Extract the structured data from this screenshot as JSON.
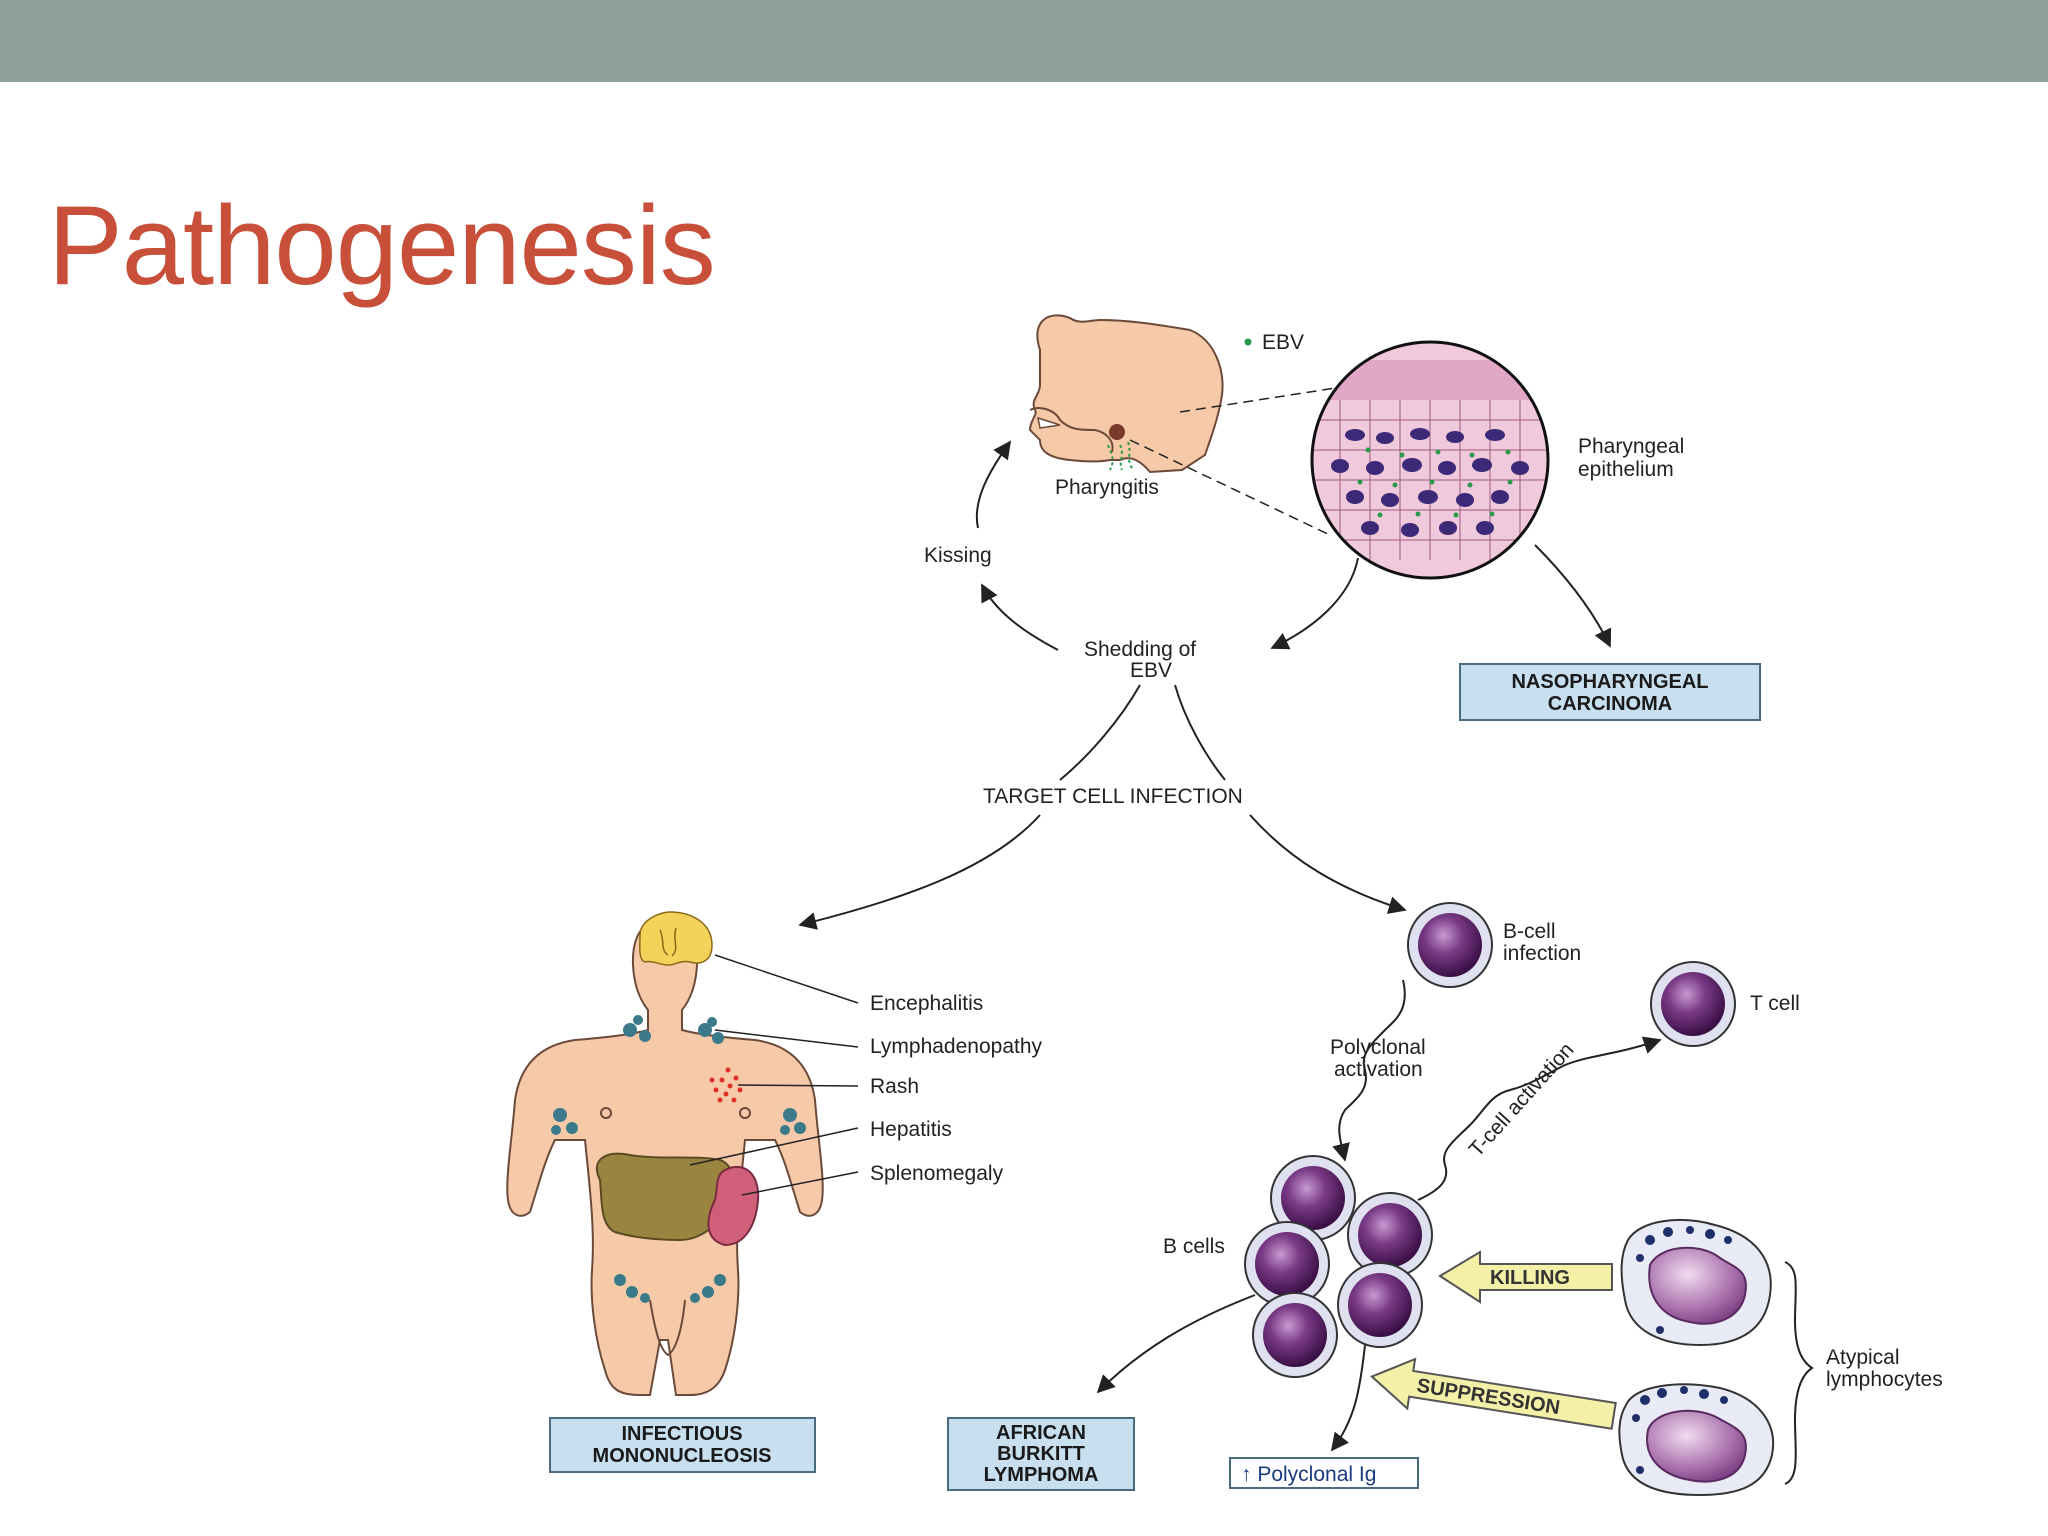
{
  "slide": {
    "title": "Pathogenesis"
  },
  "diagram": {
    "legend": {
      "ebv": "EBV"
    },
    "labels": {
      "pharyngitis": "Pharyngitis",
      "pharyngeal_epithelium_1": "Pharyngeal",
      "pharyngeal_epithelium_2": "epithelium",
      "kissing": "Kissing",
      "shedding_1": "Shedding of",
      "shedding_2": "EBV",
      "target_cell_infection": "TARGET CELL INFECTION",
      "bcell_infection_1": "B-cell",
      "bcell_infection_2": "infection",
      "t_cell": "T cell",
      "polyclonal_activation_1": "Polyclonal",
      "polyclonal_activation_2": "activation",
      "tcell_activation": "T-cell activation",
      "b_cells": "B cells",
      "killing": "KILLING",
      "suppression": "SUPPRESSION",
      "atypical_1": "Atypical",
      "atypical_2": "lymphocytes",
      "polyclonal_ig": "↑ Polyclonal Ig"
    },
    "symptoms": [
      "Encephalitis",
      "Lymphadenopathy",
      "Rash",
      "Hepatitis",
      "Splenomegaly"
    ],
    "outcome_boxes": {
      "npc_1": "NASOPHARYNGEAL",
      "npc_2": "CARCINOMA",
      "im_1": "INFECTIOUS",
      "im_2": "MONONUCLEOSIS",
      "burkitt_1": "AFRICAN",
      "burkitt_2": "BURKITT",
      "burkitt_3": "LYMPHOMA"
    }
  },
  "colors": {
    "topbar": "#8fa099",
    "title": "#c8503a",
    "skin": "#f6c9a8",
    "box_fill": "#c8dff0",
    "cell_purple": "#5c2466",
    "arrow_fill": "#f4f0a8"
  }
}
